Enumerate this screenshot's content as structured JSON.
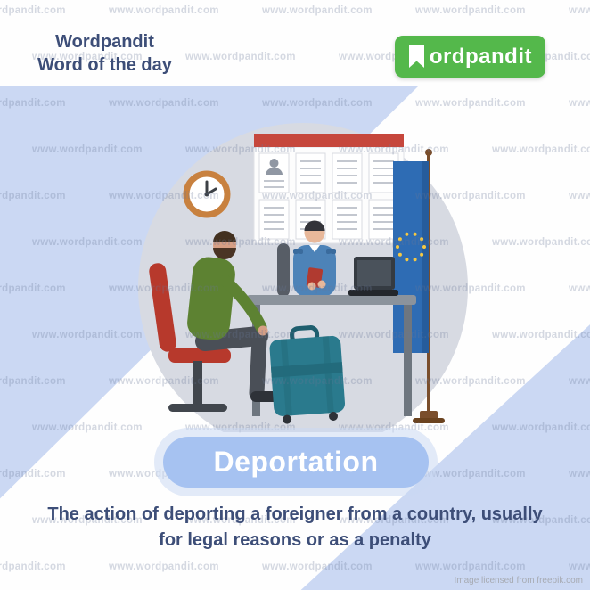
{
  "header": {
    "brand": "Wordpandit",
    "tagline": "Word of the day"
  },
  "logo": {
    "text_after_icon": "ordpandit",
    "bg_color": "#54b84b",
    "icon": "ribbon-bookmark-icon",
    "icon_color": "#ffffff"
  },
  "watermark": {
    "text": "www.wordpandit.com",
    "rows": 13,
    "cols": 5
  },
  "word_card": {
    "word": "Deportation",
    "pill_color": "#a6c2f1",
    "halo_color": "#cbd8f3",
    "text_color": "#ffffff"
  },
  "definition": {
    "line1": "The action of deporting a foreigner from a country, usually",
    "line2": "for legal reasons or as a penalty",
    "text_color": "#3d4e78"
  },
  "credit": "Image licensed from freepik.com",
  "background": {
    "triangle_color": "#cbd8f3",
    "base_color": "#fefefe"
  },
  "illustration_colors": {
    "circle": "#d7dae2",
    "flag_blue": "#2e6cb4",
    "flag_fold_blue": "#265c9c",
    "star_yellow": "#f6c842",
    "suitcase_teal": "#2a7a8d",
    "suitcase_dark_teal": "#236b7c",
    "chair_red": "#b7392c",
    "shirt_green": "#5d8232",
    "officer_shirt_blue": "#4d83b8",
    "clock_ring_orange": "#c8813f",
    "board_header_red": "#c6473c",
    "desk_gray": "#8b939c",
    "passport_red": "#b03a30",
    "skin": "#e8b89a",
    "skin_dark": "#d69f85",
    "pants_gray": "#4a4f57"
  }
}
